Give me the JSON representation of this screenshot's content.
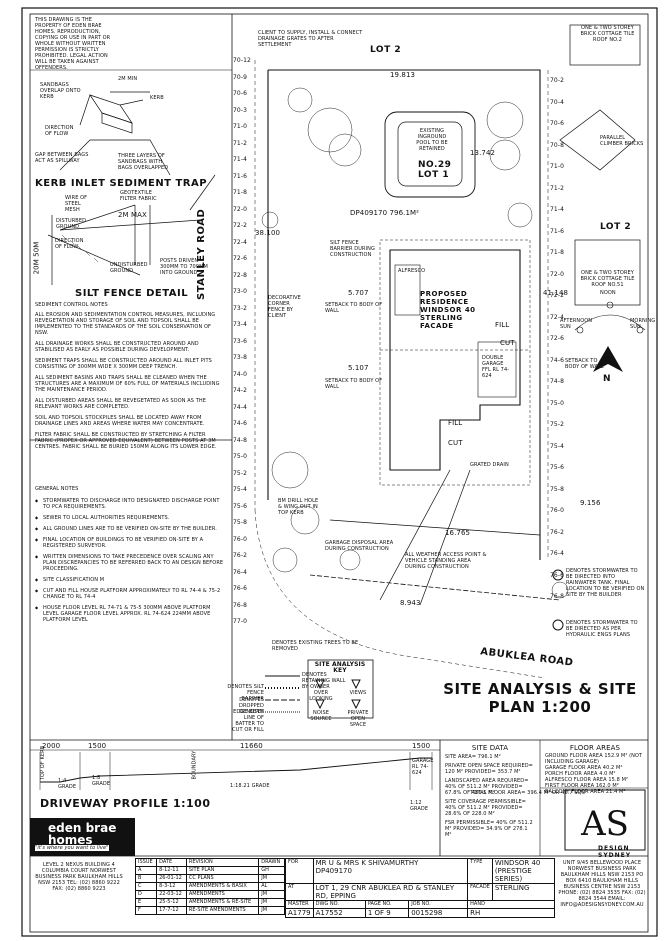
{
  "copyright_note": "THIS DRAWING IS THE PROPERTY OF EDEN BRAE HOMES. REPRODUCTION, COPYING OR USE IN PART OR WHOLE WITHOUT WRITTEN PERMISSION IS STRICTLY PROHIBITED. LEGAL ACTION WILL BE TAKEN AGAINST OFFENDERS.",
  "client_note": "CLIENT TO SUPPLY, INSTALL & CONNECT DRAINAGE GRATES TO AFTER SETTLEMENT",
  "kerb_trap": {
    "title": "KERB INLET SEDIMENT TRAP",
    "min": "2M MIN",
    "sandbags": "SANDBAGS OVERLAP ONTO KERB",
    "direction": "DIRECTION OF FLOW",
    "gap": "GAP BETWEEN BAGS ACT AS SPILLWAY",
    "layers": "THREE LAYERS OF SANDBAGS WITH BAGS OVERLAPPED",
    "kerb": "KERB"
  },
  "silt_fence": {
    "title": "SILT FENCE DETAIL",
    "wire": "WIRE OF STEEL MESH",
    "geotextile": "GEOTEXTILE FILTER FABRIC",
    "max": "2M MAX",
    "disturbed": "DISTURBED GROUND",
    "direction": "DIRECTION OF FLOW",
    "undisturbed": "UNDISTURBED GROUND",
    "posts": "POSTS DRIVEN 300MM TO 700MM INTO GROUND",
    "dim": "20M 50M"
  },
  "sediment_notes": {
    "title": "SEDIMENT CONTROL NOTES",
    "items": [
      "ALL EROSION AND SEDIMENTATION CONTROL MEASURES, INCLUDING REVEGETATION AND STORAGE OF SOIL AND TOPSOIL SHALL BE IMPLEMENTED TO THE STANDARDS OF THE SOIL CONSERVATION OF NSW.",
      "ALL DRAINAGE WORKS SHALL BE CONSTRUCTED AROUND AND STABILISED AS EARLY AS POSSIBLE DURING DEVELOPMENT.",
      "SEDIMENT TRAPS SHALL BE CONSTRUCTED AROUND ALL INLET PITS CONSISTING OF 300MM WIDE X 300MM DEEP TRENCH.",
      "ALL SEDIMENT BASINS AND TRAPS SHALL BE CLEANED WHEN THE STRUCTURES ARE A MAXIMUM OF 60% FULL OF MATERIALS INCLUDING THE MAINTENANCE PERIOD.",
      "ALL DISTURBED AREAS SHALL BE REVEGETATED AS SOON AS THE RELEVANT WORKS ARE COMPLETED.",
      "SOIL AND TOPSOIL STOCKPILES SHALL BE LOCATED AWAY FROM DRAINAGE LINES AND AREAS WHERE WATER MAY CONCENTRATE.",
      "FILTER FABRIC SHALL BE CONSTRUCTED BY STRETCHING A FILTER FABRIC (PROPEX OR APPROVED EQUIVALENT) BETWEEN POSTS AT 3M CENTRES. FABRIC SHALL BE BURIED 150MM ALONG ITS LOWER EDGE."
    ]
  },
  "general_notes": {
    "title": "GENERAL NOTES",
    "items": [
      "STORMWATER TO DISCHARGE INTO DESIGNATED DISCHARGE POINT TO PCA REQUIREMENTS.",
      "SEWER TO LOCAL AUTHORITIES REQUIREMENTS.",
      "ALL GROUND LINES ARE TO BE VERIFIED ON-SITE BY THE BUILDER.",
      "FINAL LOCATION OF BUILDINGS TO BE VERIFIED ON-SITE BY A REGISTERED SURVEYOR.",
      "WRITTEN DIMENSIONS TO TAKE PRECEDENCE OVER SCALING ANY PLAN DISCREPANCIES TO BE REFERRED BACK TO AN DESIGN BEFORE PROCEEDING.",
      "SITE CLASSIFICATION M",
      "CUT AND FILL HOUSE PLATFORM APPROXIMATELY TO RL 74-4 & 75-2 CHANGE TO RL 74-4",
      "HOUSE FLOOR LEVEL RL 74-71 & 75-5 300MM ABOVE PLATFORM LEVEL GARAGE FLOOR LEVEL APPROX. RL 74-624 224MM ABOVE PLATFORM LEVEL"
    ]
  },
  "plan": {
    "stanley_road": "STANLEY ROAD",
    "abuklea_road": "ABUKLEA ROAD",
    "lot2_top": "LOT 2",
    "lot2_right": "LOT 2",
    "lot_title": "NO.29 LOT 1",
    "dp": "DP409170 796.1M²",
    "pool": "EXISTING INGROUND POOL TO BE RETAINED",
    "brick_top": "ONE & TWO STOREY BRICK COTTAGE TILE ROOF NO.2",
    "brick_right": "ONE & TWO STOREY BRICK COTTAGE TILE ROOF NO.51",
    "residence": "PROPOSED RESIDENCE WINDSOR 40 STERLING FACADE",
    "fill_1": "FILL",
    "cut_1": "CUT",
    "fill_2": "FILL",
    "cut_2": "CUT",
    "alfresco": "ALFRESCO",
    "garage": "DOUBLE GARAGE FFL RL 74-624",
    "silt_fence": "SILT FENCE BARRIER DURING CONSTRUCTION",
    "decorative_fence": "DECORATIVE CORNER FENCE BY CLIENT",
    "setback_1": "SETBACK TO BODY OF WALL",
    "setback_2": "SETBACK TO BODY OF WALL",
    "setback_3": "SETBACK TO BODY OF WALL",
    "garbage": "GARBAGE DISPOSAL AREA DURING CONSTRUCTION",
    "weather": "ALL WEATHER ACCESS POINT & VEHICLE STANDING AREA DURING CONSTRUCTION",
    "grated": "GRATED DRAIN",
    "bm": "BM DRILL HOLE & WING OUT IN TOP KERB",
    "dim_top": "19.813",
    "dim_side": "13.742",
    "dim_left": "38.100",
    "dim_bottom": "16.765",
    "dim_bottom2": "8.943",
    "dim_right": "41.148",
    "dim_5707": "5.707",
    "dim_5107": "5.107",
    "dim_9156": "9.156",
    "neighbour": "PARALLEL CLIMBER BRICKS",
    "spots": [
      "70-12",
      "70-9",
      "70-6",
      "70-3",
      "71-0",
      "71-2",
      "71-4",
      "71-6",
      "71-8",
      "72-0",
      "72-2",
      "72-4",
      "72-6",
      "72-8",
      "73-0",
      "73-2",
      "73-4",
      "73-6",
      "73-8",
      "74-0",
      "74-2",
      "74-4",
      "74-6",
      "74-8",
      "75-0",
      "75-2",
      "75-4",
      "75-6",
      "75-8",
      "76-0",
      "76-2",
      "76-4",
      "76-6",
      "76-8",
      "77-0"
    ],
    "right_spots": [
      "70-2",
      "70-4",
      "70-6",
      "70-8",
      "71-0",
      "71-2",
      "71-4",
      "71-6",
      "71-8",
      "72-0",
      "72-2",
      "72-4",
      "72-6",
      "74-6",
      "74-8",
      "75-0",
      "75-2",
      "75-4",
      "75-6",
      "75-8",
      "76-0",
      "76-2",
      "76-4",
      "76-6",
      "76-8"
    ],
    "sun_afternoon": "AFTERNOON SUN",
    "sun_noon": "NOON",
    "sun_morning": "MORNING SUN",
    "sun_north": "N",
    "stormwater_1": "DENOTES STORMWATER TO BE DIRECTED INTO RAINWATER TANK. FINAL LOCATION TO BE VERIFIED ON SITE BY THE BUILDER",
    "stormwater_2": "DENOTES STORMWATER TO BE DIRECTED AS PER HYDRAULIC ENGS PLANS",
    "trees": "DENOTES EXISTING TREES TO BE REMOVED"
  },
  "legend": {
    "retaining": "DENOTES RETAINING WALL BY OWNER",
    "silt": "DENOTES SILT FENCE BARRIER",
    "dropped": "DENOTES DROPPED EDGE BEAM",
    "batter": "DENOTES LINE OF BATTER TO CUT OR FILL"
  },
  "key": {
    "title": "SITE ANALYSIS KEY",
    "items": [
      "OVER LOOKING",
      "VIEWS",
      "NOISE SOURCE",
      "PRIVATE OPEN SPACE"
    ]
  },
  "site_title": "SITE ANALYSIS & SITE PLAN 1:200",
  "driveway": {
    "title": "DRIVEWAY PROFILE 1:100",
    "d1": "2000",
    "d2": "1500",
    "d3": "11660",
    "d4": "1500",
    "grade1": "1:4 GRADE",
    "grade2": "1:8 GRADE",
    "grade3": "1:18.21 GRADE",
    "grade4": "1:12 GRADE",
    "kerb_top": "TOP OF KERB",
    "boundary": "BOUNDARY",
    "garage": "GARAGE RL 74-624"
  },
  "site_data": {
    "title": "SITE DATA",
    "area": "SITE AREA= 796.1 M²",
    "pos": "PRIVATE OPEN SPACE REQUIRED= 120 M² PROVIDED= 353.7 M²",
    "landscaped": "LANDSCAPED AREA REQUIRED= 40% OF 511.2 M² PROVIDED= 67.8% OF 486.5 M²",
    "coverage": "SITE COVERAGE PERMISSIBLE= 40% OF 511.2 M² PROVIDED= 28.6% OF 228.0 M²",
    "fsr": "FSR PERMISSIBLE= 40% OF 511.2 M² PROVIDED= 34.9% OF 278.1 M²"
  },
  "floor_areas": {
    "title": "FLOOR AREAS",
    "items": [
      "GROUND FLOOR AREA 152.9 M² (NOT INCLUDING GARAGE)",
      "GARAGE FLOOR AREA 40.2 M²",
      "PORCH FLOOR AREA 4.0 M²",
      "ALFRESCO FLOOR AREA 15.8 M²",
      "FIRST FLOOR AREA 162.0 M²",
      "BALCONY FLOOR AREA 21.4 M²"
    ],
    "total": "TOTAL FLOOR AREA= 396.4 M² OR 42.7 SQS"
  },
  "company": {
    "name": "eden brae homes",
    "tagline": "\"it's where you want to live\"",
    "address": "LEVEL 2 NEXUS BUILDING 4 COLUMBIA COURT NORWEST BUSINESS PARK BAULKHAM HILLS NSW 2153 TEL: (02) 8860 9222 FAX: (02) 8860 9223",
    "design": "DESIGN SYDNEY",
    "design_address": "UNIT 9/45 BELLEWOOD PLACE NORWEST BUSINESS PARK BAULKHAM HILLS NSW 2153 PO BOX 6410 BAULKHAM HILLS BUSINESS CENTRE NSW 2153 PHONE: (02) 8824 3535 FAX: (02) 8824 3544 EMAIL: INFO@ADESIGNSYDNEY.COM.AU"
  },
  "revisions": {
    "headers": [
      "ISSUE",
      "DATE",
      "REVISION",
      "DRAWN"
    ],
    "rows": [
      [
        "A",
        "8-12-11",
        "SITE PLAN",
        "GH"
      ],
      [
        "B",
        "26-01-12",
        "CC PLANS",
        "JM"
      ],
      [
        "C",
        "8-3-12",
        "AMENDMENTS & BASIX",
        "AL"
      ],
      [
        "D",
        "22-03-12",
        "AMENDMENTS",
        "JM"
      ],
      [
        "E",
        "25-5-12",
        "AMENDMENTS & RE-SITE",
        "JM"
      ],
      [
        "F",
        "17-7-12",
        "RE-SITE AMENDMENTS",
        "JM"
      ]
    ]
  },
  "title_block": {
    "for_label": "FOR",
    "client": "MR U & MRS K SHIVAMURTHY",
    "dp_ref": "DP409170",
    "at_label": "AT",
    "address": "LOT 1, 29 CNR ABUKLEA RD & STANLEY RD, EPPING",
    "type_label": "TYPE",
    "type": "WINDSOR 40",
    "type_sub": "(PRESTIGE SERIES)",
    "facade_label": "FACADE",
    "facade": "STERLING",
    "master_label": "MASTER",
    "master": "A1779",
    "dwg_label": "DWG NO.",
    "dwg": "A17552",
    "page_label": "PAGE NO.",
    "page": "1 OF 9",
    "job_label": "JOB NO.",
    "job": "0015298",
    "hand_label": "HAND",
    "hand": "RH"
  }
}
